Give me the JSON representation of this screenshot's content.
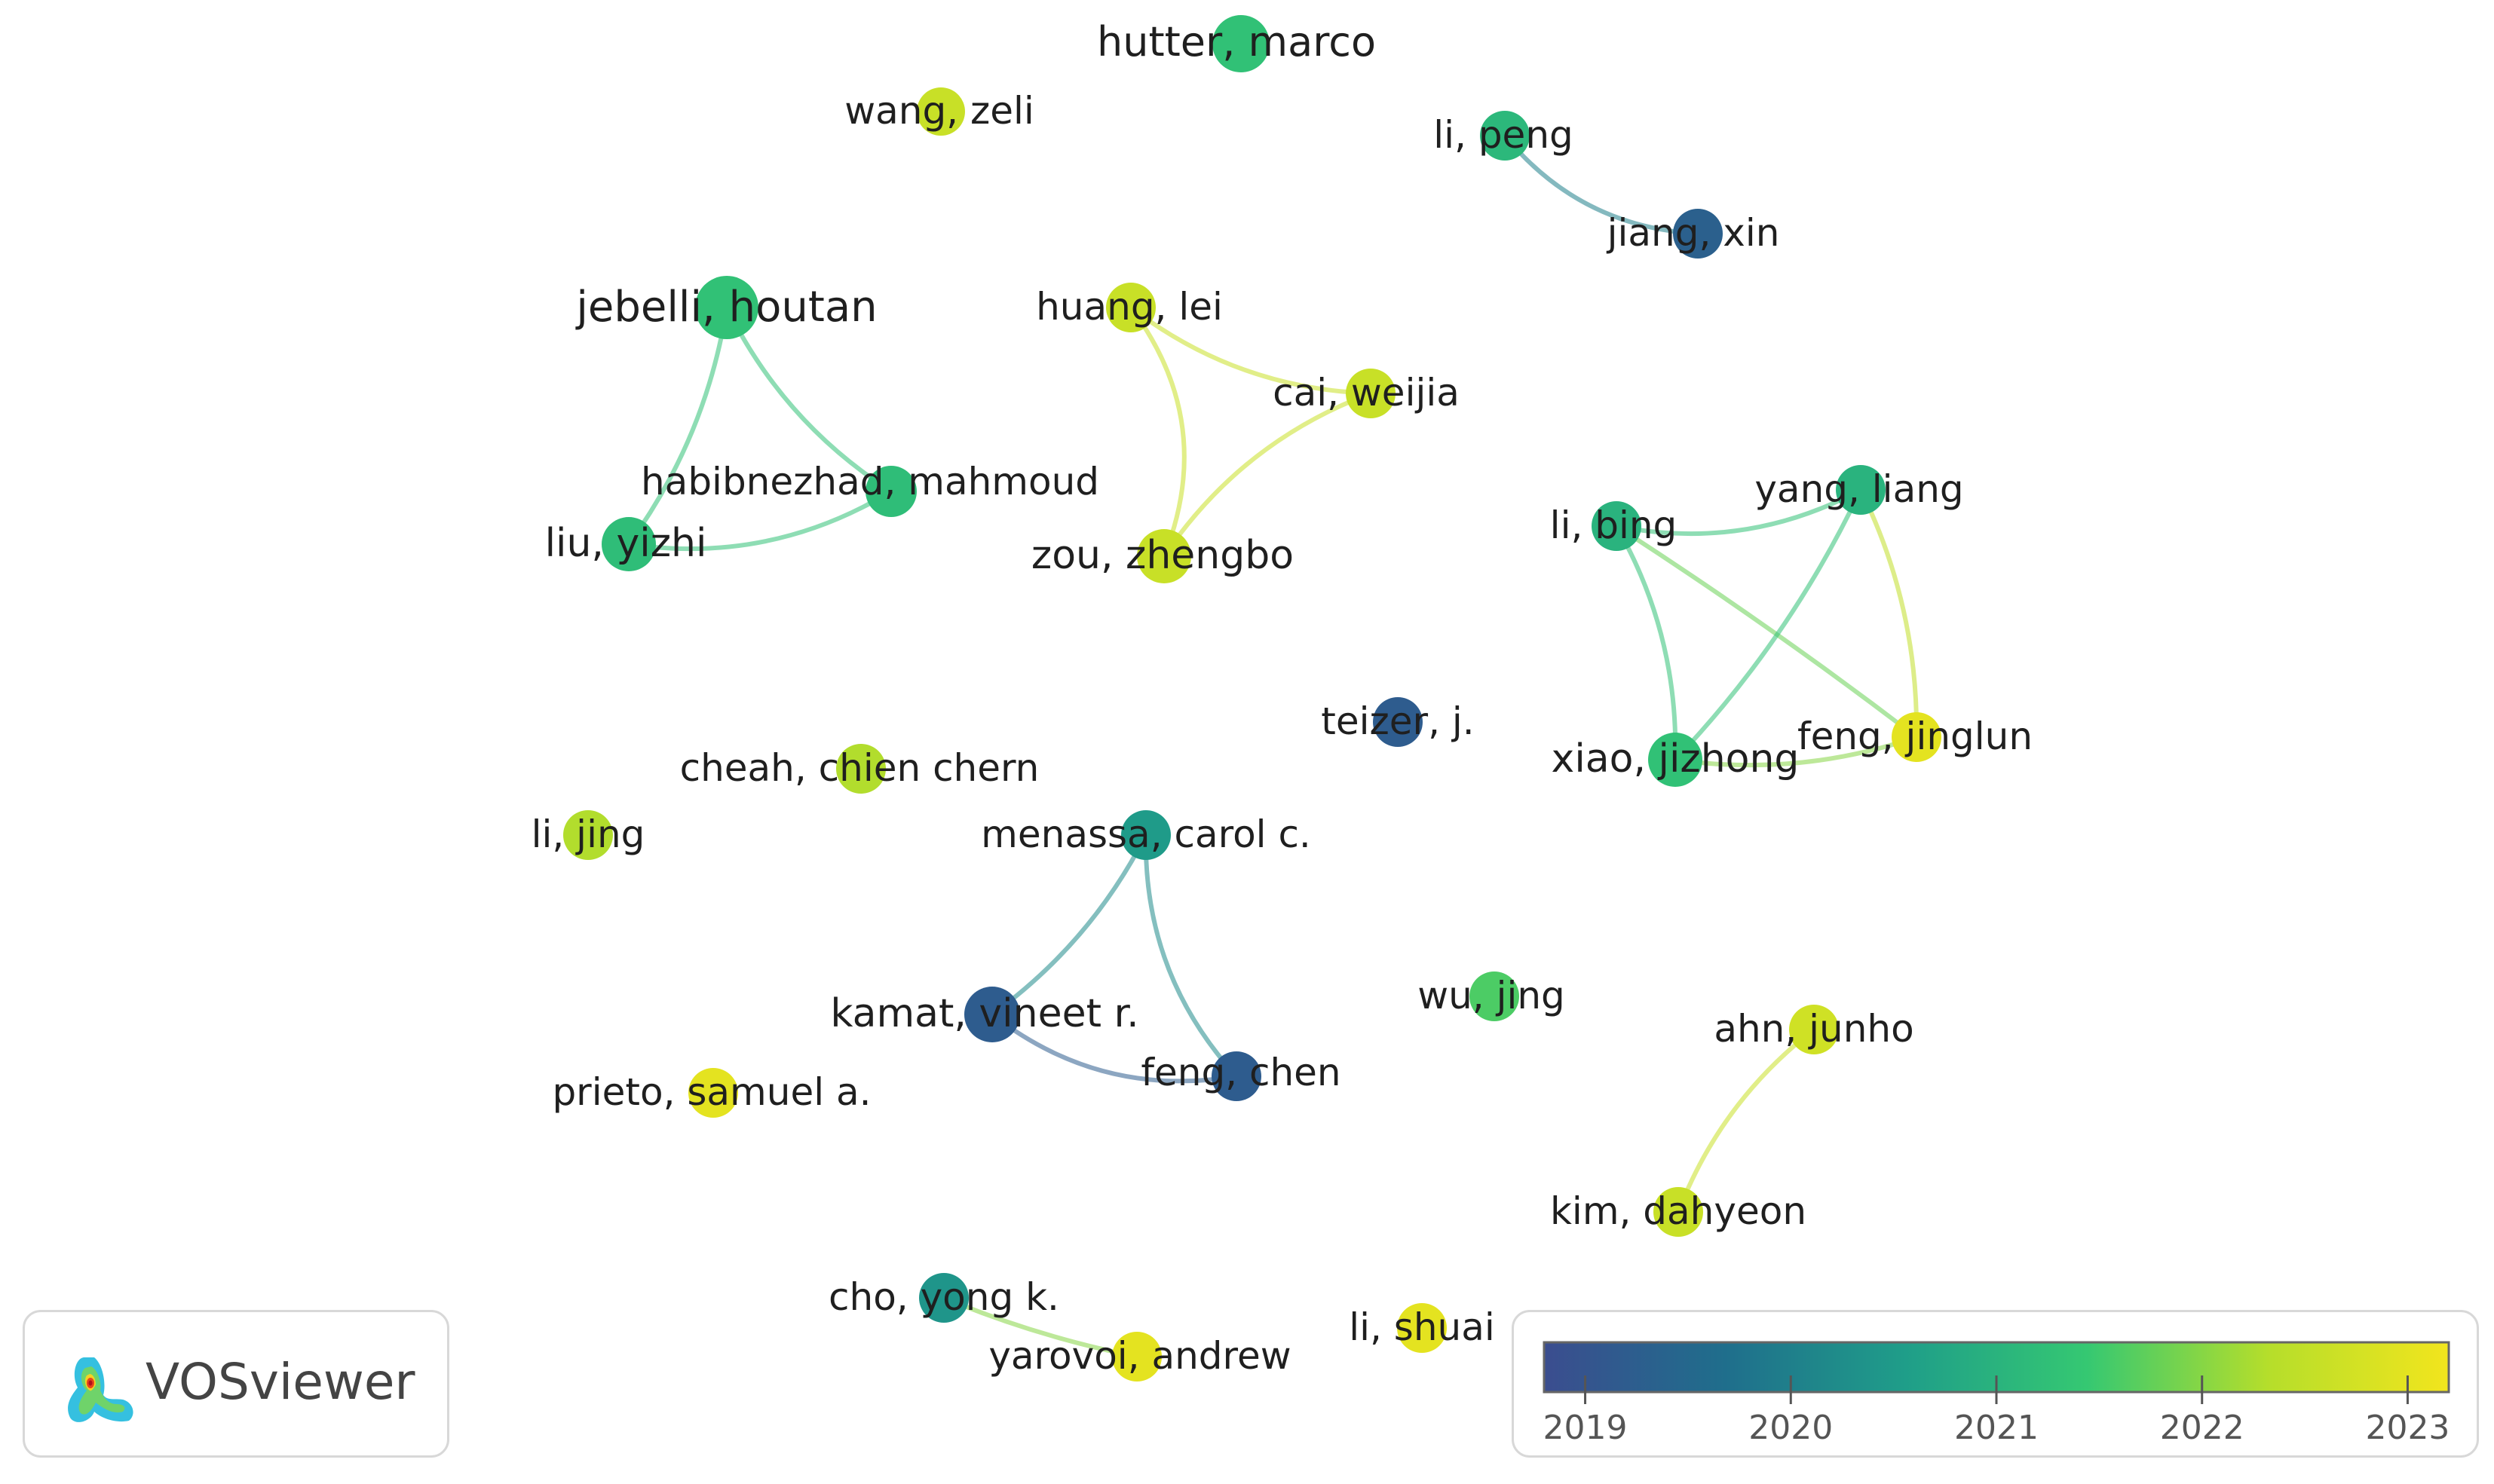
{
  "app": {
    "logo_text": "VOSviewer",
    "logo_icon": "vosviewer-density-logo"
  },
  "network": {
    "type": "co-authorship overlay visualization",
    "nodes": [
      {
        "id": "hutter-marco",
        "label": "hutter, marco",
        "year": 2021.3
      },
      {
        "id": "wang-zeli",
        "label": "wang, zeli",
        "year": 2022.6
      },
      {
        "id": "li-peng",
        "label": "li, peng",
        "year": 2021.1
      },
      {
        "id": "jiang-xin",
        "label": "jiang, xin",
        "year": 2019.3
      },
      {
        "id": "jebelli-houtan",
        "label": "jebelli, houtan",
        "year": 2021.3
      },
      {
        "id": "huang-lei",
        "label": "huang, lei",
        "year": 2022.6
      },
      {
        "id": "cai-weijia",
        "label": "cai, weijia",
        "year": 2022.6
      },
      {
        "id": "habibnezhad-mahmoud",
        "label": "habibnezhad, mahmoud",
        "year": 2021.2
      },
      {
        "id": "liu-yizhi",
        "label": "liu, yizhi",
        "year": 2021.2
      },
      {
        "id": "zou-zhengbo",
        "label": "zou, zhengbo",
        "year": 2022.6
      },
      {
        "id": "li-bing",
        "label": "li, bing",
        "year": 2021.0
      },
      {
        "id": "yang-liang",
        "label": "yang, liang",
        "year": 2021.0
      },
      {
        "id": "teizer-j",
        "label": "teizer, j.",
        "year": 2019.2
      },
      {
        "id": "xiao-jizhong",
        "label": "xiao, jizhong",
        "year": 2021.3
      },
      {
        "id": "feng-jinglun",
        "label": "feng, jinglun",
        "year": 2023.0
      },
      {
        "id": "cheah-chien-chern",
        "label": "cheah, chien chern",
        "year": 2022.3
      },
      {
        "id": "li-jing",
        "label": "li, jing",
        "year": 2022.3
      },
      {
        "id": "menassa-carol-c",
        "label": "menassa, carol c.",
        "year": 2020.5
      },
      {
        "id": "kamat-vineet-r",
        "label": "kamat, vineet r.",
        "year": 2019.2
      },
      {
        "id": "wu-jing",
        "label": "wu, jing",
        "year": 2021.6
      },
      {
        "id": "ahn-junho",
        "label": "ahn, junho",
        "year": 2022.7
      },
      {
        "id": "feng-chen",
        "label": "feng, chen",
        "year": 2019.2
      },
      {
        "id": "prieto-samuel-a",
        "label": "prieto, samuel a.",
        "year": 2023.0
      },
      {
        "id": "kim-dahyeon",
        "label": "kim, dahyeon",
        "year": 2022.6
      },
      {
        "id": "cho-yong-k",
        "label": "cho, yong k.",
        "year": 2020.4
      },
      {
        "id": "li-shuai",
        "label": "li, shuai",
        "year": 2023.0
      },
      {
        "id": "yarovoi-andrew",
        "label": "yarovoi, andrew",
        "year": 2023.0
      }
    ],
    "links": [
      {
        "source": "li-peng",
        "target": "jiang-xin",
        "year": 2020.0
      },
      {
        "source": "jebelli-houtan",
        "target": "liu-yizhi",
        "year": 2021.3
      },
      {
        "source": "jebelli-houtan",
        "target": "habibnezhad-mahmoud",
        "year": 2021.3
      },
      {
        "source": "liu-yizhi",
        "target": "habibnezhad-mahmoud",
        "year": 2021.3
      },
      {
        "source": "huang-lei",
        "target": "cai-weijia",
        "year": 2022.6
      },
      {
        "source": "huang-lei",
        "target": "zou-zhengbo",
        "year": 2022.6
      },
      {
        "source": "cai-weijia",
        "target": "zou-zhengbo",
        "year": 2022.6
      },
      {
        "source": "li-bing",
        "target": "yang-liang",
        "year": 2021.3
      },
      {
        "source": "li-bing",
        "target": "xiao-jizhong",
        "year": 2021.3
      },
      {
        "source": "li-bing",
        "target": "feng-jinglun",
        "year": 2021.8
      },
      {
        "source": "yang-liang",
        "target": "xiao-jizhong",
        "year": 2021.3
      },
      {
        "source": "yang-liang",
        "target": "feng-jinglun",
        "year": 2022.5
      },
      {
        "source": "xiao-jizhong",
        "target": "feng-jinglun",
        "year": 2022.0
      },
      {
        "source": "menassa-carol-c",
        "target": "kamat-vineet-r",
        "year": 2020.2
      },
      {
        "source": "menassa-carol-c",
        "target": "feng-chen",
        "year": 2020.2
      },
      {
        "source": "kamat-vineet-r",
        "target": "feng-chen",
        "year": 2019.2
      },
      {
        "source": "ahn-junho",
        "target": "kim-dahyeon",
        "year": 2022.6
      },
      {
        "source": "cho-yong-k",
        "target": "yarovoi-andrew",
        "year": 2022.0
      }
    ]
  },
  "legend": {
    "colorscale": "viridis",
    "range": [
      2018.8,
      2023.2
    ],
    "ticks": [
      "2019",
      "2020",
      "2021",
      "2022",
      "2023"
    ],
    "colors": [
      "#3b4d8f",
      "#1f6e8c",
      "#1f9e89",
      "#35c872",
      "#b5de2b",
      "#f2e51d"
    ]
  }
}
